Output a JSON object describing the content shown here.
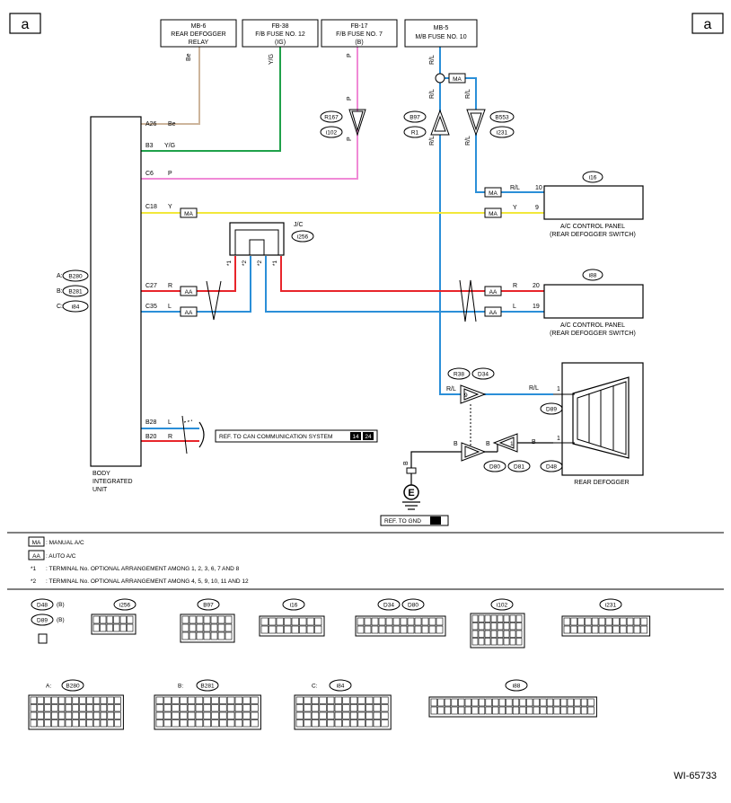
{
  "corner_label": "a",
  "figure_id": "WI-65733",
  "boxes": {
    "mb6": [
      "MB-6",
      "REAR DEFOGGER",
      "RELAY"
    ],
    "fb38": [
      "FB-38",
      "F/B FUSE NO. 12",
      "(IG)"
    ],
    "fb17": [
      "FB-17",
      "F/B FUSE NO. 7",
      "(B)"
    ],
    "mb5": [
      "MB-5",
      "M/B FUSE NO. 10"
    ],
    "jc": "J/C",
    "ac_panel_1": [
      "A/C CONTROL PANEL",
      "(REAR DEFOGGER SWITCH)"
    ],
    "ac_panel_2": [
      "A/C CONTROL PANEL",
      "(REAR DEFOGGER SWITCH)"
    ],
    "body_unit": [
      "BODY",
      "INTEGRATED",
      "UNIT"
    ],
    "rear_defogger": "REAR DEFOGGER"
  },
  "wires": {
    "beige": {
      "color_code": "Be",
      "hex": "#cdb59c"
    },
    "green": {
      "color_code": "Y/G",
      "hex": "#1fa14a"
    },
    "pink": {
      "color_code": "P",
      "hex": "#f08ad6"
    },
    "blue_rl": {
      "color_code": "R/L",
      "hex": "#2b8fd8"
    },
    "yellow": {
      "color_code": "Y",
      "hex": "#f2e83a"
    },
    "red": {
      "color_code": "R",
      "hex": "#e8252b"
    },
    "blue_l": {
      "color_code": "L",
      "hex": "#2b8fd8"
    },
    "black_b": {
      "color_code": "B",
      "hex": "#000000"
    }
  },
  "pins": {
    "a26": "A26",
    "b3": "B3",
    "c6": "C6",
    "c18": "C18",
    "c27": "C27",
    "c35": "C35",
    "b28": "B28",
    "b20": "B20",
    "p10": "10",
    "p9": "9",
    "p20": "20",
    "p19": "19",
    "p1a": "1",
    "p1b": "1",
    "j9": "9",
    "j1": "1"
  },
  "connector_ovals": {
    "r167": "R167",
    "i102": "i102",
    "b97": "B97",
    "r1": "R1",
    "b553": "B553",
    "i231": "i231",
    "i256": "i256",
    "i16": "i16",
    "i88": "i88",
    "r38": "R38",
    "d34": "D34",
    "d89": "D89",
    "d80": "D80",
    "d81": "D81",
    "d48": "D48",
    "b280": "B280",
    "b281": "B281",
    "i84": "i84"
  },
  "unit_prefixes": {
    "a": "A:",
    "b": "B:",
    "c": "C:"
  },
  "badges": {
    "ma": "MA",
    "aa": "AA"
  },
  "star_labels": {
    "s1": "*1",
    "s2": "*2"
  },
  "ref_can": "REF. TO CAN COMMUNICATION SYSTEM",
  "ref_can_pages": [
    "14",
    "24"
  ],
  "ref_gnd": "REF. TO GND",
  "ground_letter": "E",
  "legend": [
    {
      "key": "MA",
      "text": ": MANUAL A/C"
    },
    {
      "key": "AA",
      "text": ": AUTO A/C"
    },
    {
      "key": "*1",
      "text": ": TERMINAL No. OPTIONAL ARRANGEMENT AMONG 1, 2, 3, 6, 7 AND 8"
    },
    {
      "key": "*2",
      "text": ": TERMINAL No. OPTIONAL ARRANGEMENT AMONG 4, 5, 9, 10, 11 AND 12"
    }
  ],
  "d48_b": "(B)",
  "d89_b": "(B)"
}
